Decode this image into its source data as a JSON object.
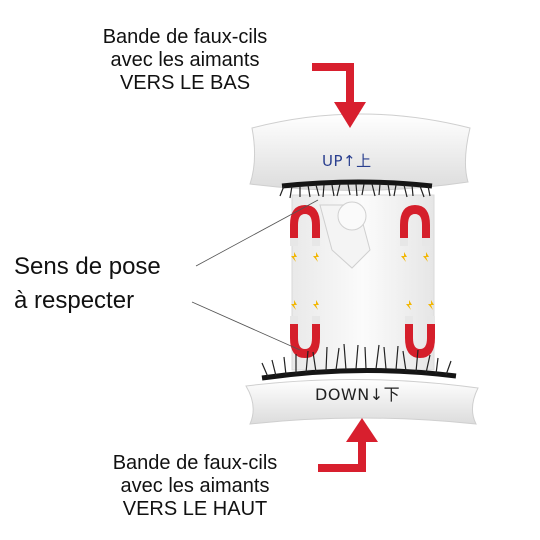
{
  "top_caption": {
    "lines": [
      "Bande de faux-cils",
      "avec les aimants",
      "VERS LE BAS"
    ]
  },
  "side_caption": {
    "lines": [
      "Sens de pose",
      "à respecter"
    ]
  },
  "bottom_caption": {
    "lines": [
      "Bande de faux-cils",
      "avec les aimants",
      "VERS LE HAUT"
    ]
  },
  "device": {
    "up_label": "UP↑上",
    "down_label": "DOWN↓下"
  },
  "colors": {
    "arrow": "#d81f2e",
    "magnet_red": "#d51f2b",
    "magnet_tip": "#e7e7e7",
    "spark": "#f2b705"
  },
  "icons": [
    "down-arrow-icon",
    "up-arrow-icon",
    "magnet-icon",
    "spark-icon"
  ]
}
